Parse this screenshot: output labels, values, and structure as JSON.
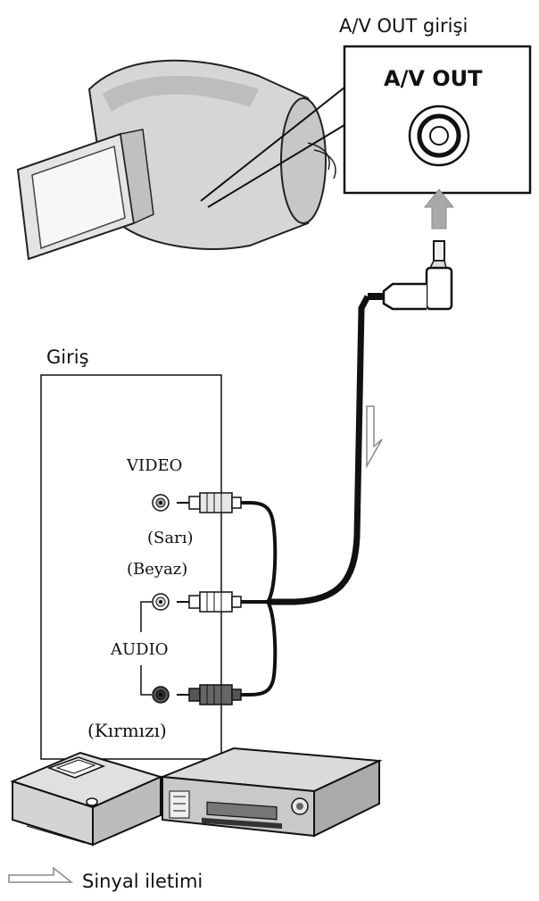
{
  "labels": {
    "av_out_port": "A/V OUT girişi",
    "av_out_panel": "A/V OUT",
    "input": "Giriş",
    "video": "VIDEO",
    "yellow": "(Sarı)",
    "white": "(Beyaz)",
    "audio": "AUDIO",
    "red": "(Kırmızı)",
    "signal_legend": "Sinyal iletimi"
  },
  "plug_colors": {
    "video": "yellow",
    "audio_left": "white",
    "audio_right": "red"
  },
  "colors": {
    "ink": "#1a1a1a",
    "device_body": "#cfcfcf",
    "device_shadow": "#9a9a9a",
    "arrow": "#a9a9a9",
    "cable": "#111111"
  }
}
